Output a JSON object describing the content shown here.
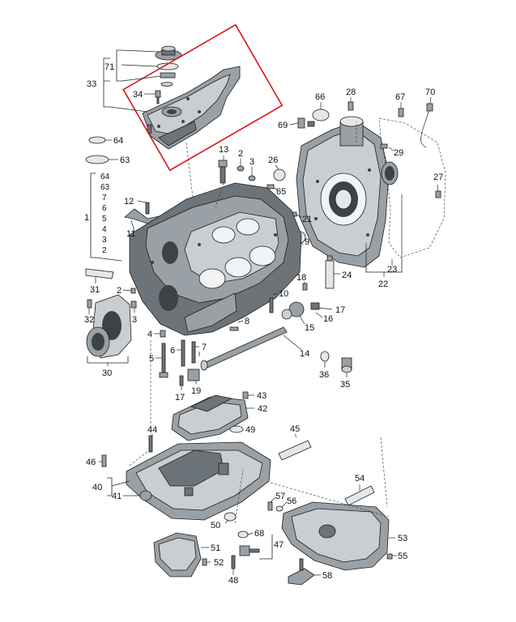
{
  "labels": {
    "l1": "1",
    "l2a": "2",
    "l2b": "2",
    "l2c": "2",
    "l3a": "3",
    "l3b": "3",
    "l3c": "3",
    "l4a": "4",
    "l4b": "4",
    "l5a": "5",
    "l5b": "5",
    "l6a": "6",
    "l6b": "6",
    "l7a": "7",
    "l7b": "7",
    "l8": "8",
    "l9": "9",
    "l10": "10",
    "l11": "11",
    "l12": "12",
    "l13": "13",
    "l14": "14",
    "l15": "15",
    "l16": "16",
    "l17a": "17",
    "l17b": "17",
    "l18": "18",
    "l19": "19",
    "l21": "21",
    "l22": "22",
    "l23": "23",
    "l24": "24",
    "l26": "26",
    "l27": "27",
    "l28": "28",
    "l29": "29",
    "l30": "30",
    "l31": "31",
    "l32": "32",
    "l33": "33",
    "l34": "34",
    "l35": "35",
    "l36": "36",
    "l40": "40",
    "l41": "41",
    "l42": "42",
    "l43": "43",
    "l44": "44",
    "l45": "45",
    "l46": "46",
    "l47": "47",
    "l48": "48",
    "l49": "49",
    "l50": "50",
    "l51": "51",
    "l52": "52",
    "l53": "53",
    "l54": "54",
    "l55": "55",
    "l56": "56",
    "l57": "57",
    "l58": "58",
    "l63a": "63",
    "l63b": "63",
    "l64a": "64",
    "l64b": "64",
    "l65": "65",
    "l66": "66",
    "l67": "67",
    "l68": "68",
    "l69": "69",
    "l70": "70",
    "l71": "71"
  },
  "highlight_color": "#d8161b"
}
